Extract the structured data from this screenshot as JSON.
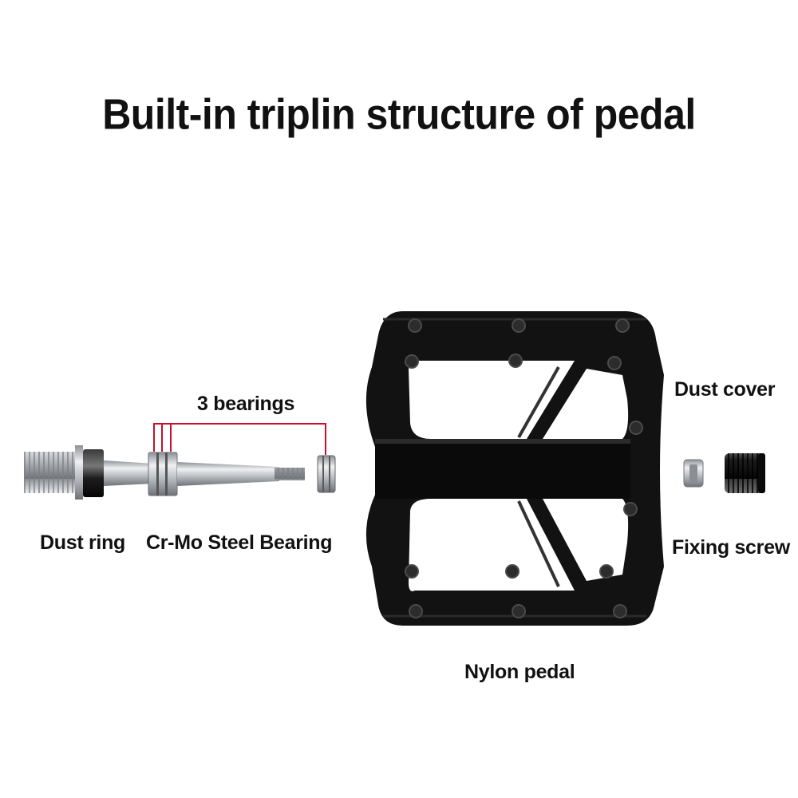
{
  "title": "Built-in triplin structure of pedal",
  "labels": {
    "bearings": "3 bearings",
    "dust_cover": "Dust cover",
    "dust_ring": "Dust ring",
    "steel_bearing": "Cr-Mo Steel Bearing",
    "fixing_screw": "Fixing screw",
    "nylon_pedal": "Nylon pedal"
  },
  "colors": {
    "callout_line": "#c8102e",
    "pedal_body": "#121212",
    "steel": "#b9bcc0"
  }
}
